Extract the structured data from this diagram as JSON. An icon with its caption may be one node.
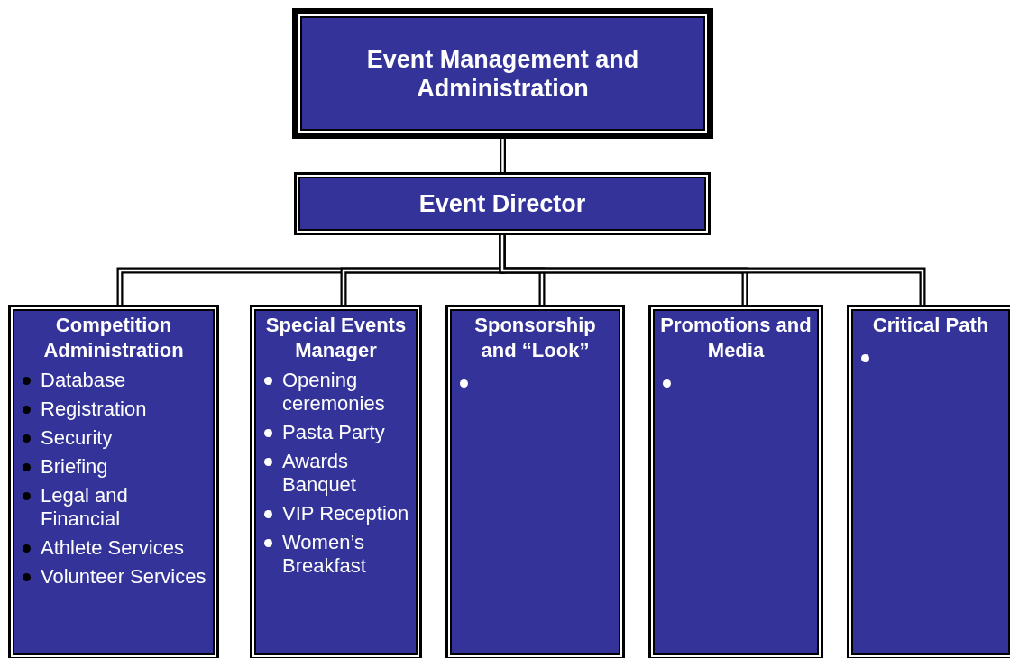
{
  "diagram": {
    "nodes": [
      {
        "text": [
          "Event Management and Administration"
        ]
      },
      {
        "text": [
          "Event Director"
        ]
      },
      {
        "text": [
          "Competition Administration",
          "Database",
          "Registration",
          "Security",
          "Briefing",
          "Legal and Financial",
          "Athlete Services",
          "Volunteer Services"
        ]
      },
      {
        "text": [
          "Special Events Manager",
          "Opening ceremonies",
          "Pasta Party",
          "Awards Banquet",
          "VIP Reception",
          "Women’s Breakfast"
        ]
      },
      {
        "text": [
          "Sponsorship and “Look”"
        ]
      },
      {
        "text": [
          "Promotions and Media"
        ]
      },
      {
        "text": [
          "Critical Path"
        ]
      }
    ],
    "edges": [
      {
        "from": 0,
        "to": 1,
        "arrow": "none"
      },
      {
        "from": 1,
        "to": 2,
        "arrow": "none"
      },
      {
        "from": 1,
        "to": 3,
        "arrow": "none"
      },
      {
        "from": 1,
        "to": 4,
        "arrow": "none"
      },
      {
        "from": 1,
        "to": 5,
        "arrow": "none"
      },
      {
        "from": 1,
        "to": 6,
        "arrow": "none"
      }
    ]
  }
}
